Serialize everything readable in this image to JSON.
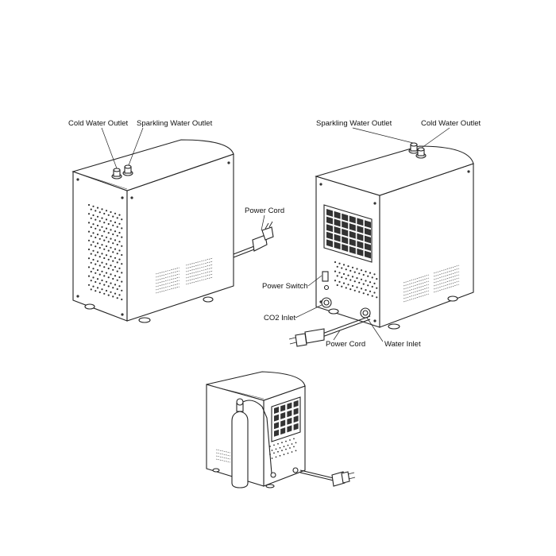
{
  "labels": {
    "left_cold_water_outlet": "Cold Water Outlet",
    "left_sparkling_water_outlet": "Sparkling Water Outlet",
    "left_power_cord": "Power Cord",
    "right_sparkling_water_outlet": "Sparkling Water Outlet",
    "right_cold_water_outlet": "Cold Water Outlet",
    "right_power_switch": "Power Switch",
    "right_co2_inlet": "CO2 Inlet",
    "right_power_cord": "Power Cord",
    "right_water_inlet": "Water Inlet"
  },
  "colors": {
    "line": "#222222",
    "background": "#ffffff"
  }
}
